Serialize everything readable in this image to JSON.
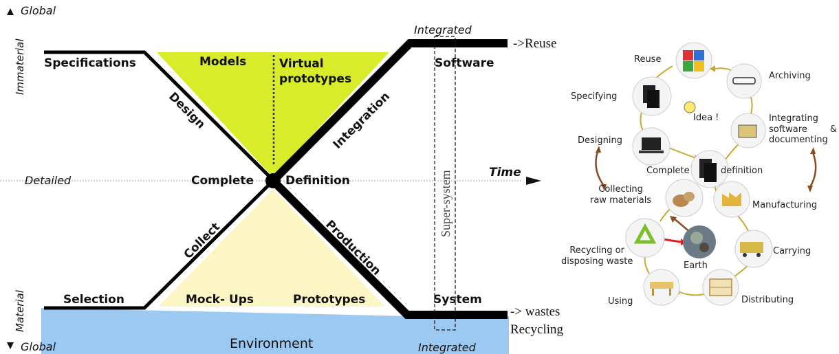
{
  "left_diagram": {
    "axis_top": "Global",
    "axis_bottom": "Global",
    "left_axis_top": "Immaterial",
    "left_axis_bottom": "Material",
    "detailed": "Detailed",
    "time": "Time",
    "specifications": "Specifications",
    "selection": "Selection",
    "models": "Models",
    "virtual_prototypes": "Virtual\nprototypes",
    "design": "Design",
    "integration": "Integration",
    "complete": "Complete",
    "definition": "Definition",
    "collect": "Collect",
    "production": "Production",
    "mockups": "Mock- Ups",
    "prototypes": "Prototypes",
    "integrated_top": "Integrated",
    "integrated_bottom": "Integrated",
    "software": "Software",
    "system": "System",
    "super_system": "Super-system",
    "environment": "Environment",
    "reuse_arrow": "->Reuse",
    "wastes_arrow": "-> wastes",
    "recycling": "Recycling"
  },
  "cycle": {
    "reuse": "Reuse",
    "archiving": "Archiving",
    "specifying": "Specifying",
    "idea": "Idea !",
    "integrating": "Integrating\nsoftware        &\ndocumenting",
    "designing": "Designing",
    "complete_definition_a": "Complete",
    "complete_definition_b": "definition",
    "collecting": "Collecting\nraw materials",
    "manufacturing": "Manufacturing",
    "recycling": "Recycling or\ndisposing waste",
    "earth": "Earth",
    "carrying": "Carrying",
    "using": "Using",
    "distributing": "Distributing"
  },
  "colors": {
    "upper_triangle": "#d8ec2a",
    "lower_triangle": "#fbf6c4",
    "environment": "#9cc9f2",
    "cycle_arrow": "#c8a832",
    "brown_arrow": "#8a4a22",
    "red_arrow": "#e02020"
  }
}
